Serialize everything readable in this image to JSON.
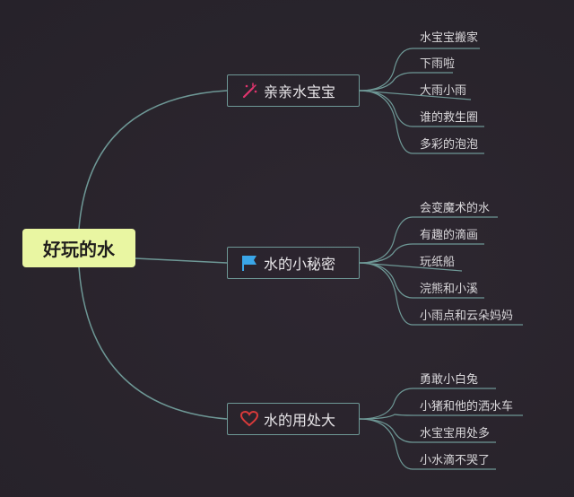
{
  "root": {
    "label": "好玩的水"
  },
  "branches": [
    {
      "label": "亲亲水宝宝",
      "icon": "magic-wand-icon",
      "leaves": [
        "水宝宝搬家",
        "下雨啦",
        "大雨小雨",
        "谁的救生圈",
        "多彩的泡泡"
      ]
    },
    {
      "label": "水的小秘密",
      "icon": "flag-icon",
      "leaves": [
        "会变魔术的水",
        "有趣的滴画",
        "玩纸船",
        "浣熊和小溪",
        "小雨点和云朵妈妈"
      ]
    },
    {
      "label": "水的用处大",
      "icon": "heart-icon",
      "leaves": [
        "勇敢小白兔",
        "小猪和他的洒水车",
        "水宝宝用处多",
        "小水滴不哭了"
      ]
    }
  ],
  "colors": {
    "background": "#2b262f",
    "root_fill": "#e9f6a2",
    "connector": "#6e9896",
    "wand": "#e0356e",
    "flag": "#3aa6e8",
    "heart": "#d83a3a"
  }
}
